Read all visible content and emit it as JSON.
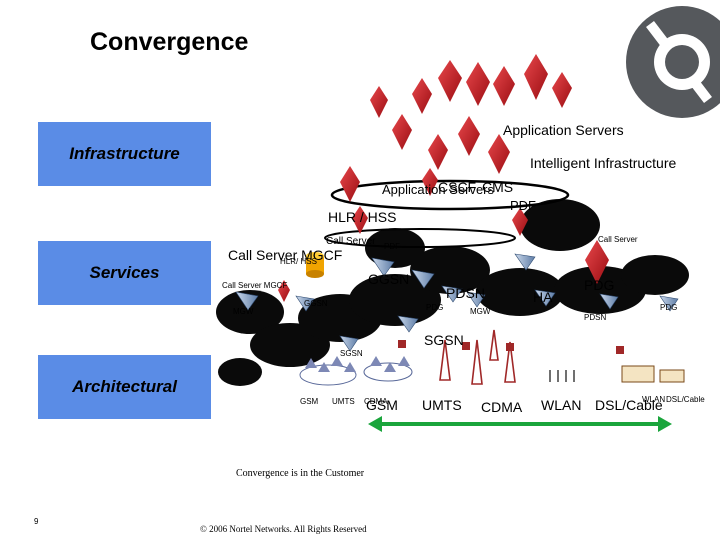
{
  "slide": {
    "title": "Convergence",
    "page_number": "9",
    "caption": "Convergence is in the Customer",
    "copyright": "© 2006 Nortel Networks. All Rights Reserved"
  },
  "layers": {
    "infrastructure": "Infrastructure",
    "services": "Services",
    "architectural": "Architectural"
  },
  "labels": {
    "application_servers": "Application Servers",
    "intelligent_infrastructure": "Intelligent Infrastructure",
    "application_servers_2": "Application Servers",
    "cscf": "CSCF",
    "cms": "CMS",
    "pdf": "PDF",
    "hlr_hss": "HLR / HSS",
    "call_server": "Call Server",
    "call_server_mgcf": "Call Server MGCF",
    "hlr_hss_small": "HLR/ HSS",
    "pdf_small": "PDF",
    "ggsn": "GGSN",
    "pdsn": "PDSN",
    "ha": "HA",
    "pdg": "PDG",
    "call_server_mgcf_small": "Call Server MGCF",
    "mgw": "MGW",
    "ggsn_small": "GGSN",
    "pdg_small": "PDG",
    "mgw_small": "MGW",
    "pdsn_small": "PDSN",
    "call_server_small": "Call Server",
    "sgsn": "SGSN",
    "sgsn_small": "SGSN",
    "gsm_small": "GSM",
    "umts_small": "UMTS",
    "cdma_small": "CDMA",
    "gsm": "GSM",
    "umts": "UMTS",
    "cdma": "CDMA",
    "wlan": "WLAN",
    "dsl_cable": "DSL/Cable",
    "wlan_small": "WLAN",
    "dsl_cable_small": "DSL/Cable"
  },
  "colors": {
    "layer_box": "#5a8ce6",
    "server_red": "#c8161c",
    "cloud": "#0a0a0a",
    "router": "#6f8fb8",
    "convergence_arrow": "#1aa53c"
  },
  "icons": {
    "logo": "nortel-globe-icon",
    "server": "red-diamond-server-icon",
    "router": "router-pyramid-icon",
    "cloud": "network-cloud-icon",
    "database": "hlr-database-icon"
  }
}
